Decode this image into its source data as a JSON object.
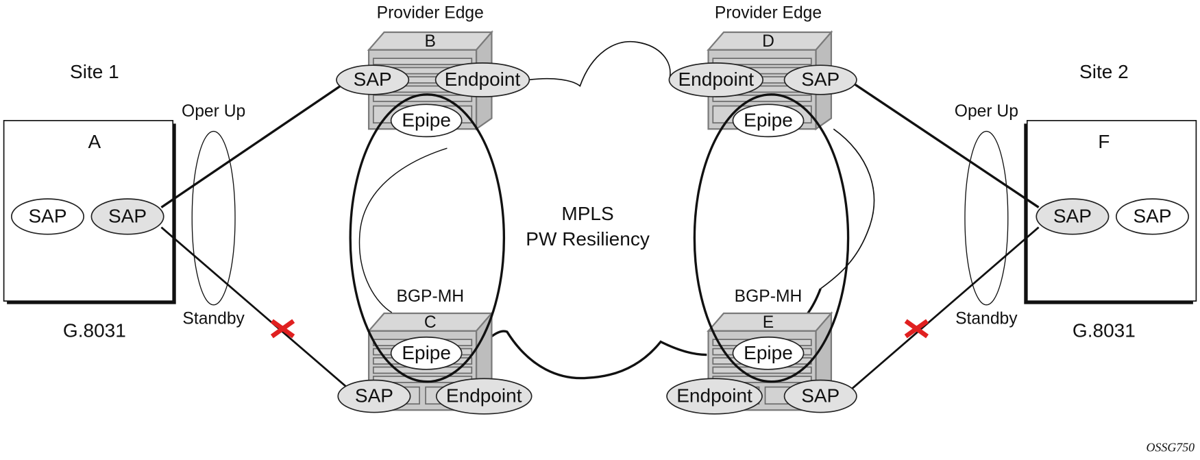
{
  "figure_id": "OSSG750",
  "center": {
    "line1": "MPLS",
    "line2": "PW Resiliency"
  },
  "site1": {
    "title": "Site 1",
    "device": "A",
    "protection": "G.8031",
    "saps": [
      "SAP",
      "SAP"
    ],
    "link_states": {
      "up": "Oper Up",
      "standby": "Standby"
    }
  },
  "site2": {
    "title": "Site 2",
    "device": "F",
    "protection": "G.8031",
    "saps": [
      "SAP",
      "SAP"
    ],
    "link_states": {
      "up": "Oper Up",
      "standby": "Standby"
    }
  },
  "routers": {
    "B": {
      "caption": "Provider Edge",
      "name": "B",
      "sap": "SAP",
      "endpoint": "Endpoint",
      "service": "Epipe"
    },
    "C": {
      "caption": "BGP-MH",
      "name": "C",
      "sap": "SAP",
      "endpoint": "Endpoint",
      "service": "Epipe"
    },
    "D": {
      "caption": "Provider Edge",
      "name": "D",
      "sap": "SAP",
      "endpoint": "Endpoint",
      "service": "Epipe"
    },
    "E": {
      "caption": "BGP-MH",
      "name": "E",
      "sap": "SAP",
      "endpoint": "Endpoint",
      "service": "Epipe"
    }
  },
  "colors": {
    "failure_mark": "#e02020",
    "sap_fill": "#e1e1e1",
    "router_fill": "#c9c9c9"
  }
}
